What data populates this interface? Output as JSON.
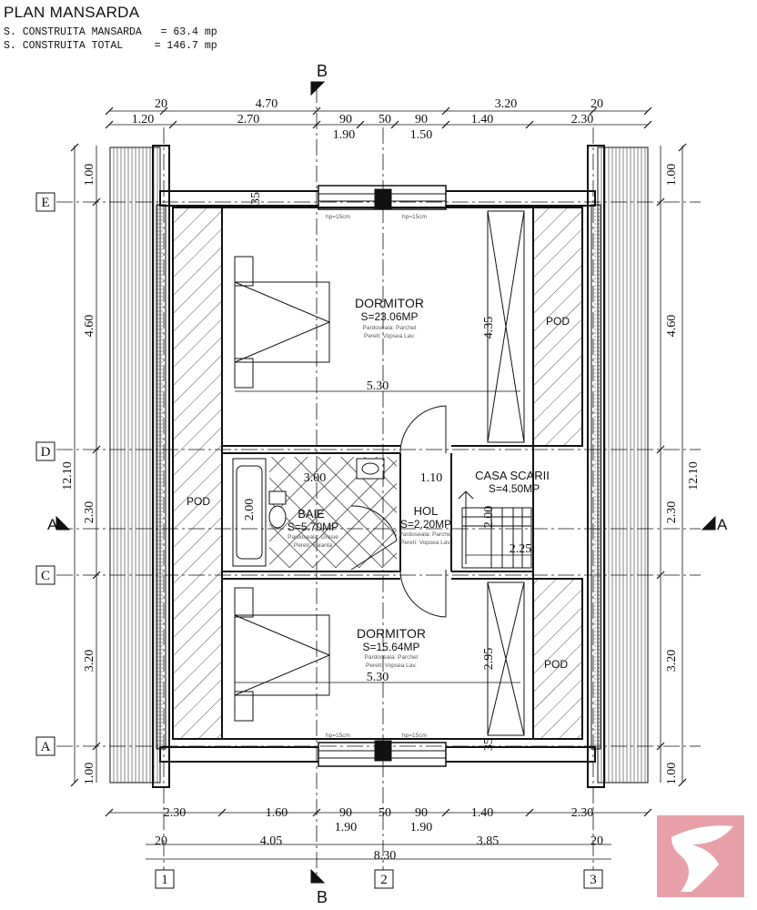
{
  "header": {
    "title": "PLAN MANSARDA",
    "line1": "S. CONSTRUITA MANSARDA   = 63.4 mp",
    "line2": "S. CONSTRUITA TOTAL     = 146.7 mp"
  },
  "rooms": {
    "dormitor1": {
      "name": "DORMITOR",
      "area": "S=23.06MP",
      "floor": "Pardoseala: Parchet",
      "walls": "Pereti: Vopsea Lav."
    },
    "dormitor2": {
      "name": "DORMITOR",
      "area": "S=15.64MP",
      "floor": "Pardoseala: Parchet",
      "walls": "Pereti: Vopsea Lav."
    },
    "baie": {
      "name": "BAIE",
      "area": "S=5.70MP",
      "floor": "Pardoseala: Gresie",
      "walls": "Pereti: Faianta"
    },
    "hol": {
      "name": "HOL",
      "area": "S=2.20MP",
      "floor": "Pardoseala: Parchet",
      "walls": "Pereti: Vopsea Lav."
    },
    "casa_scarii": {
      "name": "CASA SCARII",
      "area": "S=4.50MP"
    },
    "pod_label": "POD"
  },
  "window_note": "hp=15cm",
  "grid_labels": {
    "horizontal": [
      "E",
      "D",
      "C",
      "A"
    ],
    "vertical": [
      "1",
      "2",
      "3"
    ],
    "section_aa": "A",
    "section_bb": "B"
  },
  "dimensions": {
    "top_row1": [
      "20",
      "4.70",
      "3.20",
      "20"
    ],
    "top_row2": [
      "1.20",
      "2.70",
      "90",
      "50",
      "90",
      "1.40",
      "2.30"
    ],
    "top_row3": [
      "1.90",
      "1.50"
    ],
    "bottom_row1": [
      "2.30",
      "1.60",
      "90",
      "50",
      "90",
      "1.40",
      "2.30"
    ],
    "bottom_row2": [
      "1.90",
      "1.90"
    ],
    "bottom_row3": [
      "20",
      "4.05",
      "3.85",
      "20"
    ],
    "bottom_total": "8.30",
    "side_outer": "12.10",
    "side_inner": [
      "1.00",
      "4.60",
      "2.30",
      "3.20",
      "1.00"
    ],
    "interior": [
      "5.30",
      "5.30",
      "4.35",
      "2.95",
      "3.00",
      "2.00",
      "1.10",
      "2.00",
      "2.25",
      "35",
      "35"
    ]
  },
  "colors": {
    "line": "#111111",
    "hatch": "#555555",
    "logo": "#e8a0a8"
  },
  "logo_icon": "bird-logo-icon"
}
